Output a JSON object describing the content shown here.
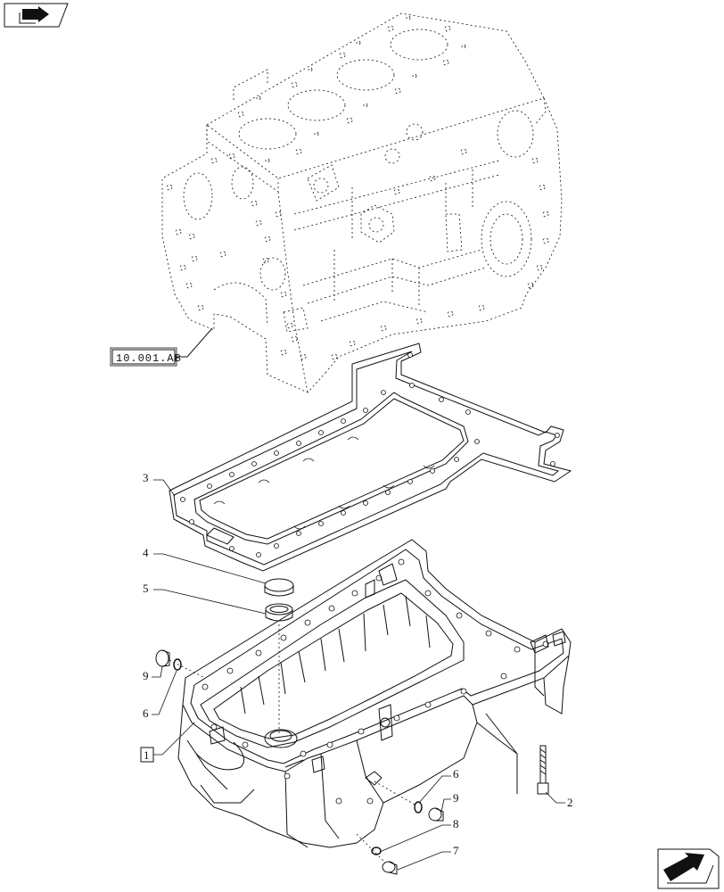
{
  "reference_box": {
    "text": "10.001.AB"
  },
  "item_box": {
    "text": "1"
  },
  "callouts": [
    "3",
    "4",
    "5",
    "9",
    "6",
    "6",
    "9",
    "8",
    "7",
    "2"
  ],
  "icons": {
    "top_left": "book-arrow-icon",
    "bottom_right": "page-arrow-icon"
  }
}
